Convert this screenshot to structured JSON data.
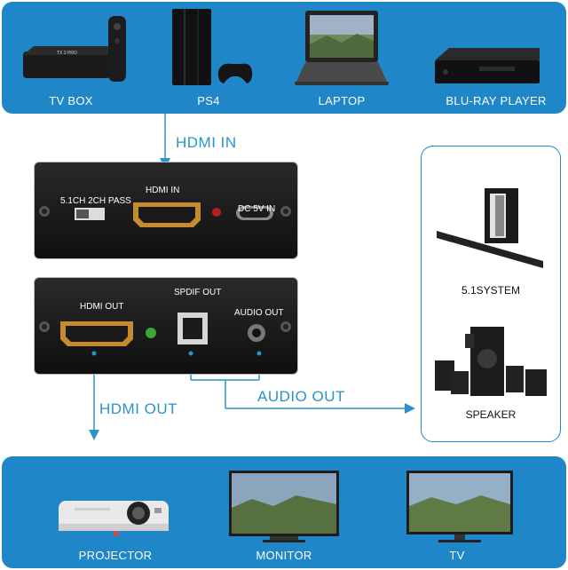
{
  "source_devices": [
    {
      "label": "TV BOX",
      "icon": "tv-box-icon"
    },
    {
      "label": "PS4",
      "icon": "ps4-console-icon"
    },
    {
      "label": "LAPTOP",
      "icon": "laptop-icon"
    },
    {
      "label": "BLU-RAY PLAYER",
      "icon": "blu-ray-player-icon"
    }
  ],
  "output_devices": [
    {
      "label": "PROJECTOR",
      "icon": "projector-icon"
    },
    {
      "label": "MONITOR",
      "icon": "monitor-icon"
    },
    {
      "label": "TV",
      "icon": "tv-icon"
    }
  ],
  "flow_labels": {
    "hdmi_in": "HDMI IN",
    "hdmi_out": "HDMI OUT",
    "audio_out": "AUDIO OUT"
  },
  "extractor_front": {
    "switch_label": "5.1CH 2CH PASS",
    "hdmi_in_label": "HDMI IN",
    "power_label": "DC 5V IN"
  },
  "extractor_back": {
    "hdmi_out_label": "HDMI OUT",
    "spdif_label": "SPDIF OUT",
    "audio_out_label": "AUDIO OUT"
  },
  "audio_devices": {
    "system_label": "5.1SYSTEM",
    "speaker_label": "SPEAKER"
  },
  "colors": {
    "panel_blue": "#1f86c8",
    "flow_line": "#2a93c9"
  }
}
